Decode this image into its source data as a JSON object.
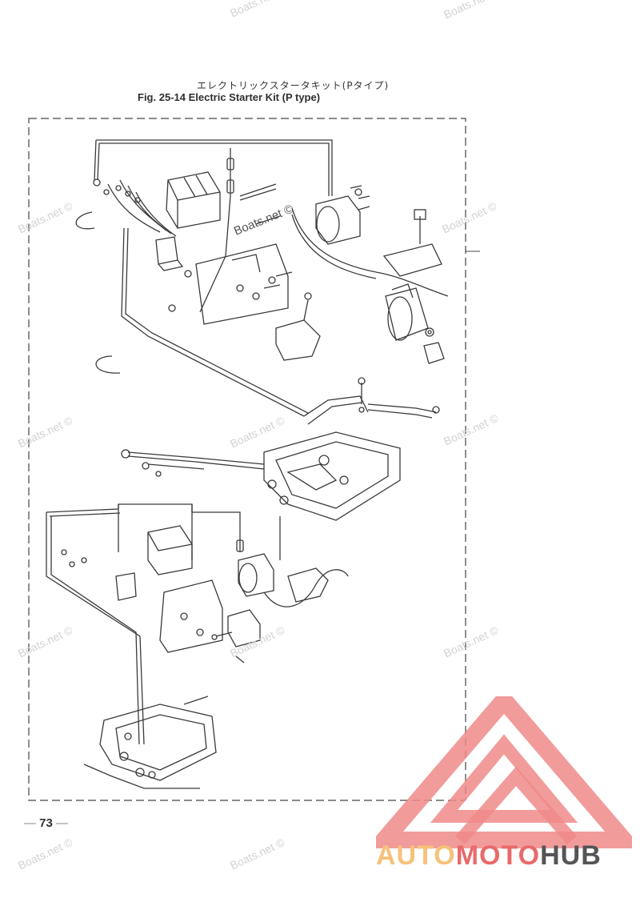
{
  "title": {
    "japanese": "エレクトリックスタータキット(Pタイプ)",
    "english": "Fig. 25-14   Electric Starter Kit (P type)"
  },
  "page_number": "73",
  "watermark_text": "Boats.net ©",
  "logo": {
    "part1": "AUTO",
    "part2": "MOTO",
    "part3": "HUB",
    "colors": {
      "auto": "#f5c27a",
      "moto": "#e96a6a",
      "hub": "#555555",
      "triangle": "#f08080"
    }
  }
}
